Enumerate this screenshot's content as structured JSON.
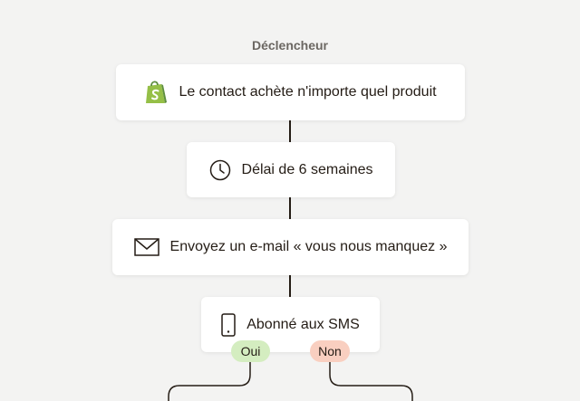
{
  "trigger": {
    "label": "Déclencheur"
  },
  "steps": [
    {
      "label": "Le contact achète n'importe quel produit",
      "icon": "shopify-bag-icon"
    },
    {
      "label": "Délai de 6 semaines",
      "icon": "clock-icon"
    },
    {
      "label": "Envoyez un e-mail « vous nous manquez »",
      "icon": "envelope-icon"
    },
    {
      "label": "Abonné aux SMS",
      "icon": "mobile-phone-icon"
    }
  ],
  "branches": {
    "yes": {
      "label": "Oui",
      "color": "#d4edc0"
    },
    "no": {
      "label": "Non",
      "color": "#f9cfc0"
    }
  },
  "colors": {
    "background": "#f3f3f2",
    "shopify_green": "#95bf47",
    "line": "#241c15"
  }
}
